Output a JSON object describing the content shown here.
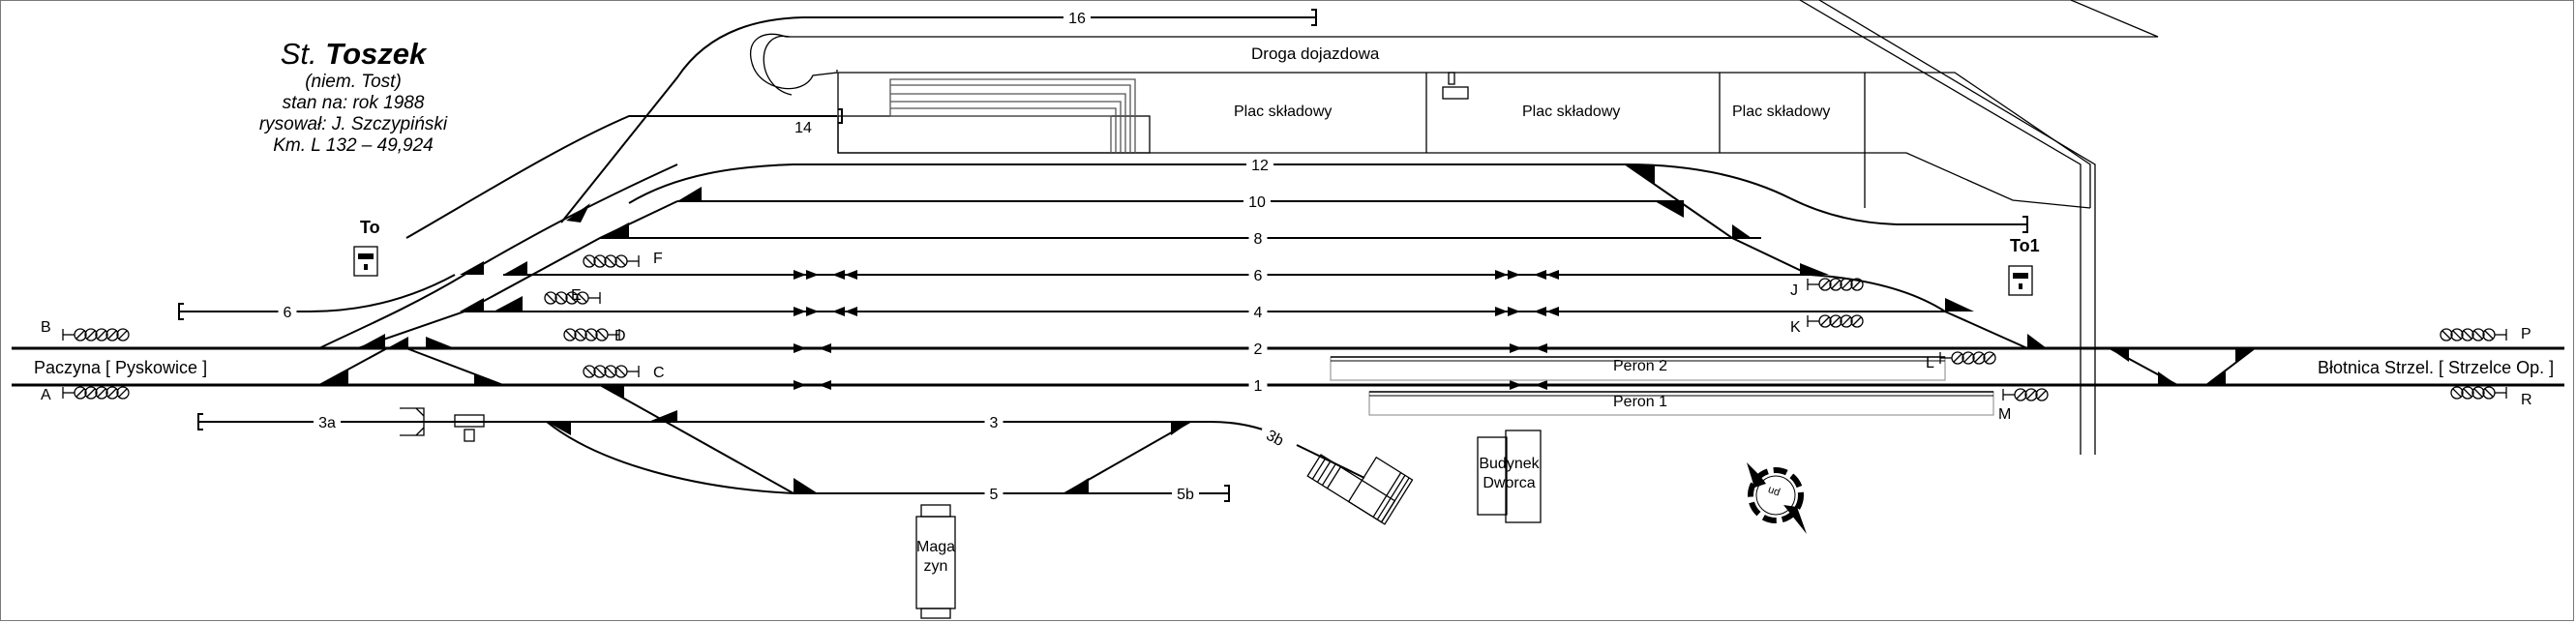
{
  "title": {
    "prefix": "St.",
    "name": "Toszek",
    "german_name": "(niem. Tost)",
    "state": "stan na: rok 1988",
    "author": "rysował: J. Szczypiński",
    "km": "Km. L 132 – 49,924"
  },
  "directions": {
    "left": "Paczyna [ Pyskowice ]",
    "right": "Błotnica Strzel. [ Strzelce Op. ]"
  },
  "tracks": [
    {
      "id": "16",
      "label": "16"
    },
    {
      "id": "14",
      "label": "14"
    },
    {
      "id": "12",
      "label": "12"
    },
    {
      "id": "10",
      "label": "10"
    },
    {
      "id": "8",
      "label": "8"
    },
    {
      "id": "6",
      "label": "6"
    },
    {
      "id": "6w",
      "label": "6"
    },
    {
      "id": "4",
      "label": "4"
    },
    {
      "id": "2",
      "label": "2"
    },
    {
      "id": "1",
      "label": "1"
    },
    {
      "id": "3",
      "label": "3"
    },
    {
      "id": "3a",
      "label": "3a"
    },
    {
      "id": "3b",
      "label": "3b"
    },
    {
      "id": "5",
      "label": "5"
    },
    {
      "id": "5b",
      "label": "5b"
    }
  ],
  "signals": [
    "A",
    "B",
    "C",
    "D",
    "E",
    "F",
    "J",
    "K",
    "L",
    "M",
    "P",
    "R"
  ],
  "signal_boxes": [
    {
      "id": "To",
      "label": "To"
    },
    {
      "id": "To1",
      "label": "To1"
    }
  ],
  "areas": {
    "road": "Droga dojazdowa",
    "storage": [
      "Plac składowy",
      "Plac składowy",
      "Plac składowy"
    ],
    "platform2": "Peron 2",
    "platform1": "Peron 1",
    "station_building": [
      "Budynek",
      "Dworca"
    ],
    "warehouse": [
      "Maga",
      "zyn"
    ],
    "compass": "pn"
  },
  "colors": {
    "track": "#000000",
    "border": "#7a7a7a",
    "background": "#ffffff"
  }
}
